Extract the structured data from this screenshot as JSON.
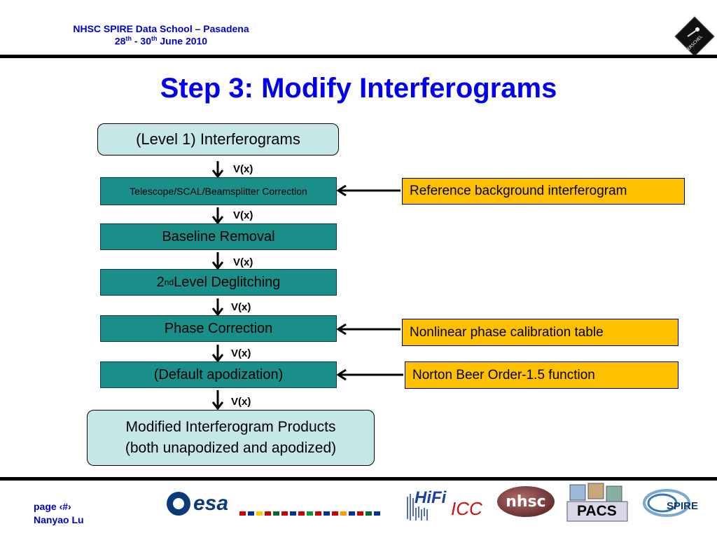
{
  "header": {
    "line1": "NHSC SPIRE Data School – Pasadena",
    "date_day1": "28",
    "date_sup1": "th",
    "date_sep": " - 30",
    "date_sup2": "th",
    "date_tail": " June 2010"
  },
  "title": "Step 3: Modify Interferograms",
  "flow": {
    "start": "(Level 1) Interferograms",
    "steps": [
      {
        "label": "Telescope/SCAL/Beamsplitter Correction"
      },
      {
        "label": "Baseline Removal"
      },
      {
        "label_prefix": "2",
        "label_sup": "nd",
        "label_suffix": " Level Deglitching"
      },
      {
        "label": "Phase Correction"
      },
      {
        "label": "(Default apodization)"
      }
    ],
    "end_line1": "Modified Interferogram Products",
    "end_line2": "(both unapodized and apodized)",
    "arrow_label": "V(x)",
    "inputs": [
      {
        "label": "Reference background interferogram"
      },
      {
        "label": "Nonlinear phase calibration table"
      },
      {
        "label": "Norton Beer Order-1.5 function"
      }
    ]
  },
  "footer": {
    "page": "page ‹#›",
    "author": "Nanyao Lu"
  },
  "logos": {
    "esa": "esa",
    "hifi": "HiFi",
    "icc": "ICC",
    "nhsc": "nhsc",
    "pacs": "PACS",
    "spire": "SPIRE",
    "herschel": "HERSCHEL"
  },
  "colors": {
    "header_blue": "#0000cc",
    "title_blue": "#0000ee",
    "step_teal": "#1a8f8a",
    "start_end_fill": "#c6e7e8",
    "input_orange": "#ffc000"
  }
}
